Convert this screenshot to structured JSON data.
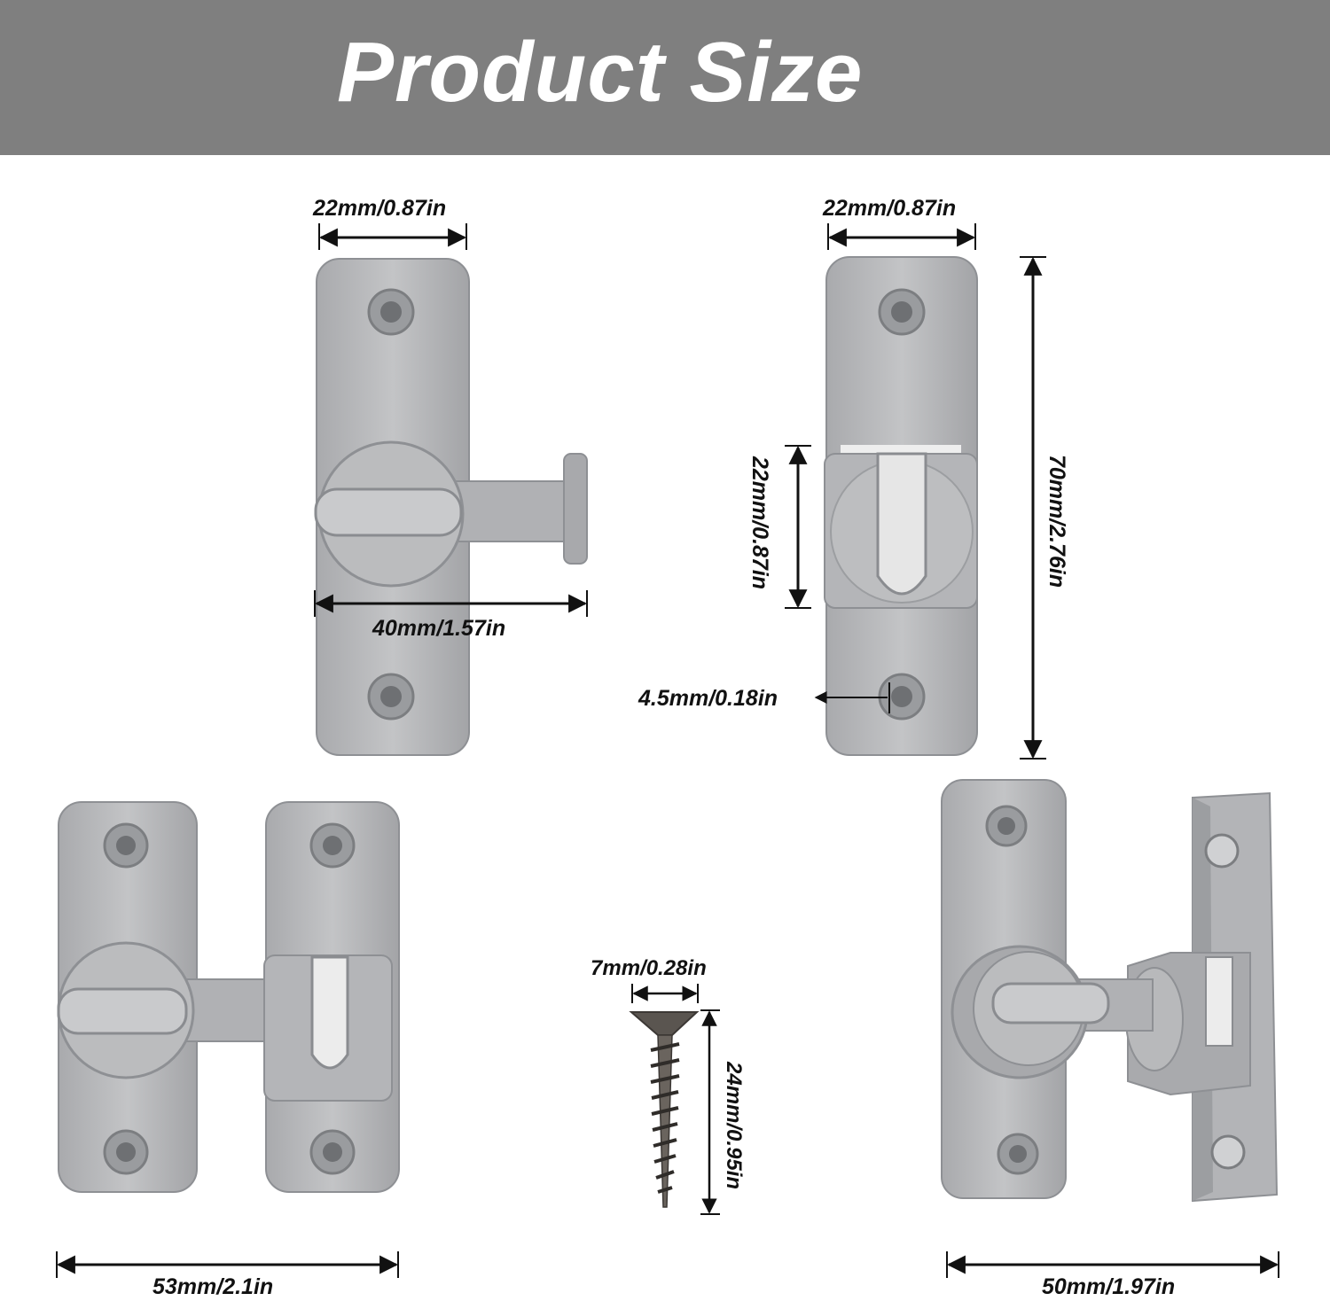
{
  "banner": {
    "title": "Product Size",
    "background": "#7f7f7f",
    "text_color": "#ffffff"
  },
  "colors": {
    "metal": "#b8b9bb",
    "metal_shadow": "#8e9094",
    "hole": "#6e7073",
    "dimension_line": "#111111"
  },
  "views": {
    "front_latch": {
      "width_label": "22mm/0.87in",
      "bolt_length_label": "40mm/1.57in"
    },
    "strike_plate": {
      "width_label": "22mm/0.87in",
      "keeper_height_label": "22mm/0.87in",
      "height_label": "70mm/2.76in",
      "hole_label": "4.5mm/0.18in"
    },
    "assembled_flat": {
      "total_width_label": "53mm/2.1in"
    },
    "screw": {
      "head_label": "7mm/0.28in",
      "length_label": "24mm/0.95in"
    },
    "assembled_90": {
      "total_width_label": "50mm/1.97in"
    }
  }
}
